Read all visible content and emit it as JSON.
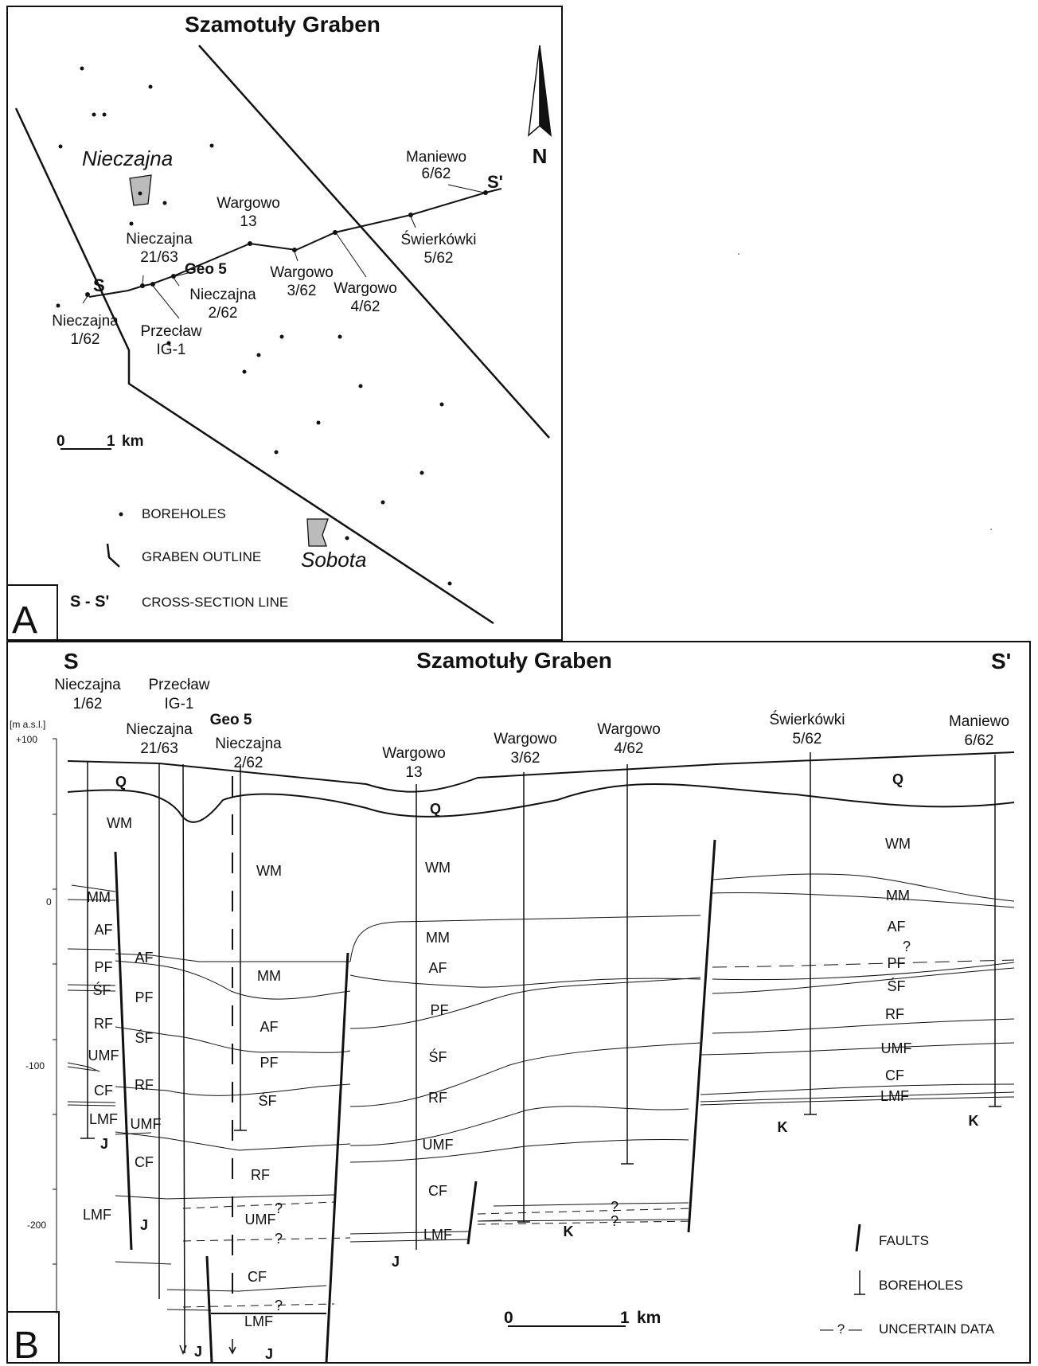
{
  "panel_a": {
    "letter": "A",
    "title": "Szamotuły Graben",
    "north": "N",
    "towns": {
      "nieczajna": "Nieczajna",
      "sobota": "Sobota"
    },
    "section_start": "S",
    "section_end": "S'",
    "geo5": "Geo 5",
    "boreholes": {
      "maniewo": [
        "Maniewo",
        "6/62"
      ],
      "swierkowki": [
        "Świerkówki",
        "5/62"
      ],
      "wargowo13": [
        "Wargowo",
        "13"
      ],
      "wargowo3": [
        "Wargowo",
        "3/62"
      ],
      "wargowo4": [
        "Wargowo",
        "4/62"
      ],
      "nieczajna21": [
        "Nieczajna",
        "21/63"
      ],
      "nieczajna2": [
        "Nieczajna",
        "2/62"
      ],
      "nieczajna1": [
        "Nieczajna",
        "1/62"
      ],
      "przeclaw": [
        "Przecław",
        "IG-1"
      ]
    },
    "scale": {
      "zero": "0",
      "one": "1",
      "unit": "km"
    },
    "legend": {
      "boreholes": "BOREHOLES",
      "graben": "GRABEN OUTLINE",
      "section_symbol": "S - S'",
      "section": "CROSS-SECTION LINE"
    }
  },
  "panel_b": {
    "letter": "B",
    "title": "Szamotuły Graben",
    "end_left": "S",
    "end_right": "S'",
    "y_axis": {
      "unit": "[m a.s.l.]",
      "ticks": [
        "+100",
        "0",
        "-100",
        "-200"
      ]
    },
    "boreholes": {
      "nieczajna1": [
        "Nieczajna",
        "1/62"
      ],
      "przeclaw": [
        "Przecław",
        "IG-1"
      ],
      "nieczajna21": [
        "Nieczajna",
        "21/63"
      ],
      "geo5": "Geo 5",
      "nieczajna2": [
        "Nieczajna",
        "2/62"
      ],
      "wargowo13": [
        "Wargowo",
        "13"
      ],
      "wargowo3": [
        "Wargowo",
        "3/62"
      ],
      "wargowo4": [
        "Wargowo",
        "4/62"
      ],
      "swierkowki": [
        "Świerkówki",
        "5/62"
      ],
      "maniewo": [
        "Maniewo",
        "6/62"
      ]
    },
    "units": {
      "q": "Q",
      "wm": "WM",
      "mm": "MM",
      "af": "AF",
      "pf": "PF",
      "sf": "ŚF",
      "rf": "RF",
      "umf": "UMF",
      "cf": "CF",
      "lmf": "LMF",
      "j": "J",
      "k": "K",
      "q_mark": "?"
    },
    "scale": {
      "zero": "0",
      "one": "1",
      "unit": "km"
    },
    "legend": {
      "faults": "FAULTS",
      "boreholes": "BOREHOLES",
      "uncertain_symbol": "— ? —",
      "uncertain": "UNCERTAIN DATA"
    }
  }
}
